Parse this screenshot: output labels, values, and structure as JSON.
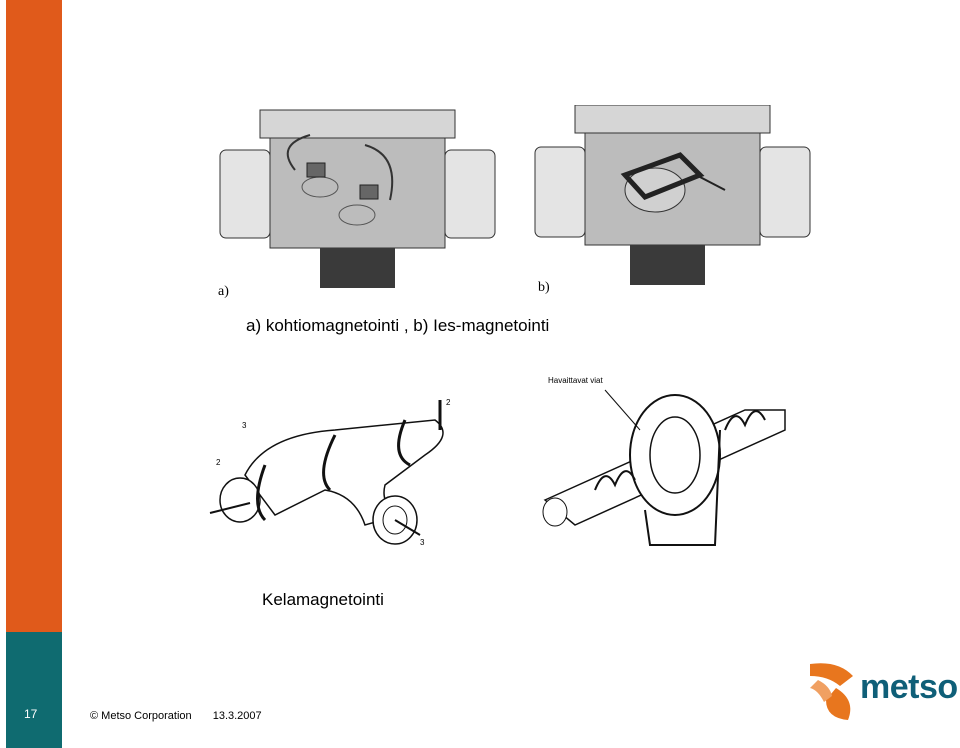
{
  "slide": {
    "caption_top": "a) kohtiomagnetointi , b) Ies-magnetointi",
    "caption_bottom": "Kelamagnetointi",
    "page_number": "17",
    "footer_copyright": "© Metso Corporation",
    "footer_date": "13.3.2007",
    "logo_text": "metso",
    "fig_a_label": "a)",
    "fig_b_label": "b)",
    "coil_labels": [
      "2",
      "3",
      "2",
      "3"
    ],
    "defects_label": "Havaittavat viat"
  },
  "colors": {
    "orange": "#e05a1b",
    "teal": "#0f6b70",
    "logo_blue": "#0f5f78",
    "logo_orange": "#e8761e"
  }
}
